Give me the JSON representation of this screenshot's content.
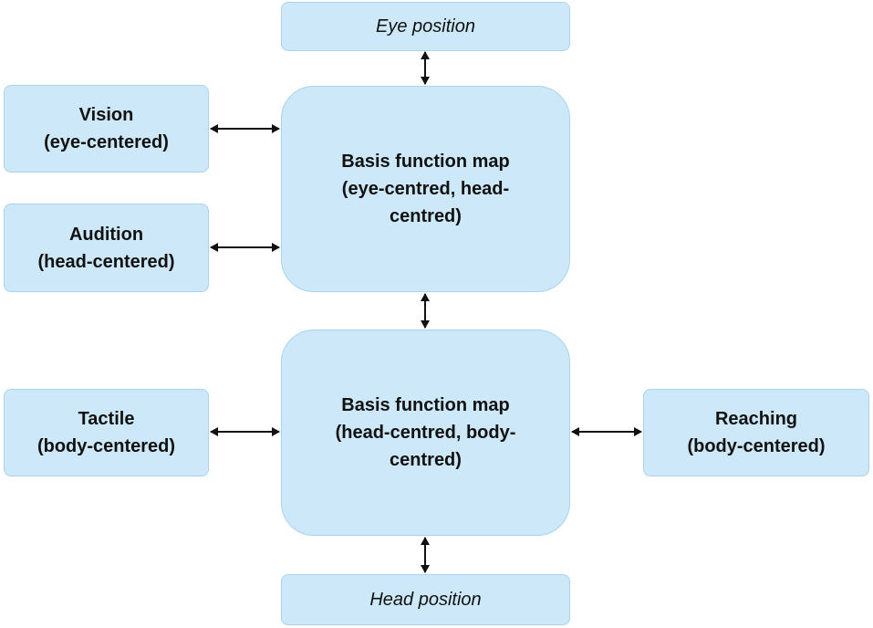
{
  "nodes": {
    "eye_position": "Eye position",
    "head_position": "Head position",
    "vision": {
      "line1": "Vision",
      "line2": "(eye-centered)"
    },
    "audition": {
      "line1": "Audition",
      "line2": "(head-centered)"
    },
    "tactile": {
      "line1": "Tactile",
      "line2": "(body-centered)"
    },
    "reaching": {
      "line1": "Reaching",
      "line2": "(body-centered)"
    },
    "map_eye_head": {
      "line1": "Basis function map",
      "line2": "(eye-centred, head-",
      "line3": "centred)"
    },
    "map_head_body": {
      "line1": "Basis function map",
      "line2": "(head-centred, body-",
      "line3": "centred)"
    }
  },
  "colors": {
    "box_fill": "#cde9f9",
    "box_border": "#a9d3ee",
    "arrow": "#111111"
  }
}
